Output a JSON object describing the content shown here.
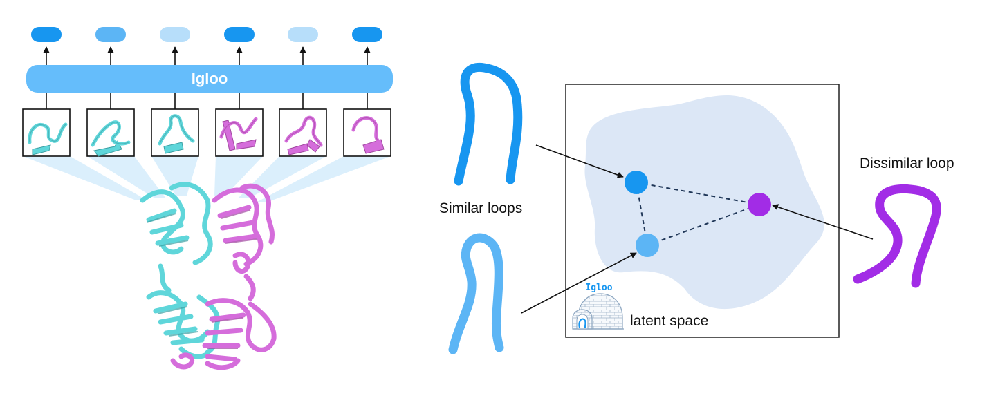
{
  "model": {
    "name": "Igloo"
  },
  "outputs": [
    {
      "shade": "#1796f0"
    },
    {
      "shade": "#5cb5f5"
    },
    {
      "shade": "#b7defa"
    },
    {
      "shade": "#1796f0"
    },
    {
      "shade": "#b7defa"
    },
    {
      "shade": "#1796f0"
    }
  ],
  "loop_chains": [
    "cyan",
    "cyan",
    "cyan",
    "magenta",
    "magenta",
    "magenta"
  ],
  "labels": {
    "similar": "Similar loops",
    "dissimilar": "Dissimilar loop",
    "latent": "latent space",
    "logo": "Igloo"
  },
  "colors": {
    "model_bar": "#65bdfb",
    "beam": "#cfe9fb",
    "latent_blob": "#dce7f6",
    "similar_loop_1": "#1796f0",
    "similar_loop_2": "#5cb5f5",
    "dissimilar_loop": "#a22ce6",
    "chain_cyan": "#5fd6da",
    "chain_magenta": "#d56ddb",
    "edge": "#1f3657"
  },
  "latent_points": [
    {
      "id": "similar-1",
      "color": "#1796f0"
    },
    {
      "id": "similar-2",
      "color": "#5cb5f5"
    },
    {
      "id": "dissimilar",
      "color": "#a22ce6"
    }
  ]
}
